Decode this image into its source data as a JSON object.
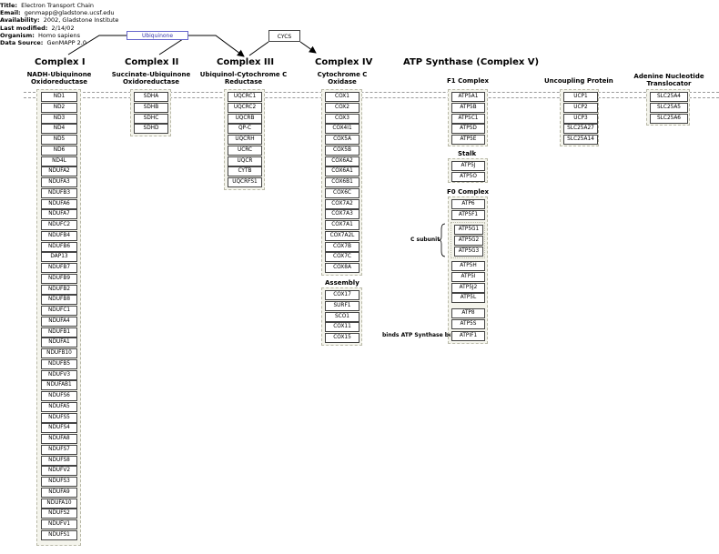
{
  "meta": {
    "title_label": "Title:",
    "title": "Electron Transport Chain",
    "email_label": "Email:",
    "email": "genmapp@gladstone.ucsf.edu",
    "availability_label": "Availability:",
    "availability": "2002, Gladstone Institute",
    "modified_label": "Last modified:",
    "modified": "2/14/02",
    "organism_label": "Organism:",
    "organism": "Homo sapiens",
    "source_label": "Data Source:",
    "source": "GenMAPP 2.0"
  },
  "metabolites": {
    "ubiquinone": "Ubiquinone",
    "cycs": "CYCS"
  },
  "complex1": {
    "title": "Complex I",
    "sub1": "NADH-Ubiquinone",
    "sub2": "Oxidoreductase",
    "genes": [
      "ND1",
      "ND2",
      "ND3",
      "ND4",
      "ND5",
      "ND6",
      "ND4L",
      "NDUFA2",
      "NDUFA3",
      "NDUFB3",
      "NDUFA6",
      "NDUFA7",
      "NDUFC2",
      "NDUFB4",
      "NDUFB6",
      "DAP13",
      "NDUFB7",
      "NDUFB9",
      "NDUFB2",
      "NDUFB8",
      "NDUFC1",
      "NDUFA4",
      "NDUFB1",
      "NDUFA1",
      "NDUFB10",
      "NDUFB5",
      "NDUFV3",
      "NDUFAB1",
      "NDUFS6",
      "NDUFA5",
      "NDUFS5",
      "NDUFS4",
      "NDUFA8",
      "NDUFS7",
      "NDUFS8",
      "NDUFV2",
      "NDUFS3",
      "NDUFA9",
      "NDUFA10",
      "NDUFS2",
      "NDUFV1",
      "NDUFS1"
    ]
  },
  "complex2": {
    "title": "Complex II",
    "sub1": "Succinate-Ubiquinone",
    "sub2": "Oxidoreductase",
    "genes": [
      "SDHA",
      "SDHB",
      "SDHC",
      "SDHD"
    ]
  },
  "complex3": {
    "title": "Complex III",
    "sub1": "Ubiquinol-Cytochrome C",
    "sub2": "Reductase",
    "genes": [
      "UQCRC1",
      "UQCRC2",
      "UQCRB",
      "QP-C",
      "UQCRH",
      "UCRC",
      "UQCR",
      "CYTB",
      "UQCRFS1"
    ]
  },
  "complex4": {
    "title": "Complex IV",
    "sub1": "Cytochrome C",
    "sub2": "Oxidase",
    "genes": [
      "COX1",
      "COX2",
      "COX3",
      "COX4I1",
      "COX5A",
      "COX5B",
      "COX6A2",
      "COX6A1",
      "COX6B1",
      "COX6C",
      "COX7A2",
      "COX7A3",
      "COX7A1",
      "COX7A2L",
      "COX7B",
      "COX7C",
      "COX8A"
    ],
    "assembly_label": "Assembly",
    "assembly": [
      "COX17",
      "SURF1",
      "SCO1",
      "COX11",
      "COX15"
    ]
  },
  "atp": {
    "title": "ATP Synthase (Complex V)",
    "f1_label": "F1 Complex",
    "f1": [
      "ATP5A1",
      "ATP5B",
      "ATP5C1",
      "ATP5D",
      "ATP5E"
    ],
    "stalk_label": "Stalk",
    "stalk": [
      "ATP5J",
      "ATP5O"
    ],
    "f0_label": "F0 Complex",
    "f0_top": [
      "ATP6",
      "ATP5F1"
    ],
    "c_subunit_label": "C subunit",
    "c_subunit": [
      "ATP5G1",
      "ATP5G2",
      "ATP5G3"
    ],
    "f0_bottom": [
      "ATP5H",
      "ATP5I",
      "ATP5J2",
      "ATP5L"
    ],
    "f0_extra": [
      "ATP8",
      "ATP5S"
    ],
    "binds_label": "binds ATP Synthase beta",
    "binds": [
      "ATPIF1"
    ]
  },
  "uncoupling": {
    "title": "Uncoupling Protein",
    "genes": [
      "UCP1",
      "UCP2",
      "UCP3",
      "SLC25A27",
      "SLC25A14"
    ]
  },
  "ant": {
    "title1": "Adenine Nucleotide",
    "title2": "Translocator",
    "genes": [
      "SLC25A4",
      "SLC25A5",
      "SLC25A6"
    ]
  }
}
